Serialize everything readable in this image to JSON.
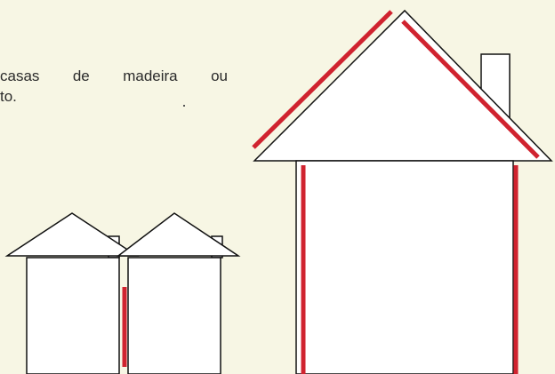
{
  "text": {
    "line1": "casas de madeira ou",
    "line2": "to."
  },
  "colors": {
    "background": "#f7f6e4",
    "outline": "#111111",
    "fill": "#ffffff",
    "highlight": "#d0232f"
  },
  "figures": [
    {
      "id": "small-house-left",
      "highlighted_edges": []
    },
    {
      "id": "small-house-right",
      "highlighted_edges": [
        "left-wall"
      ]
    },
    {
      "id": "large-house",
      "highlighted_edges": [
        "left-roof",
        "right-roof",
        "left-wall",
        "right-wall"
      ]
    }
  ]
}
